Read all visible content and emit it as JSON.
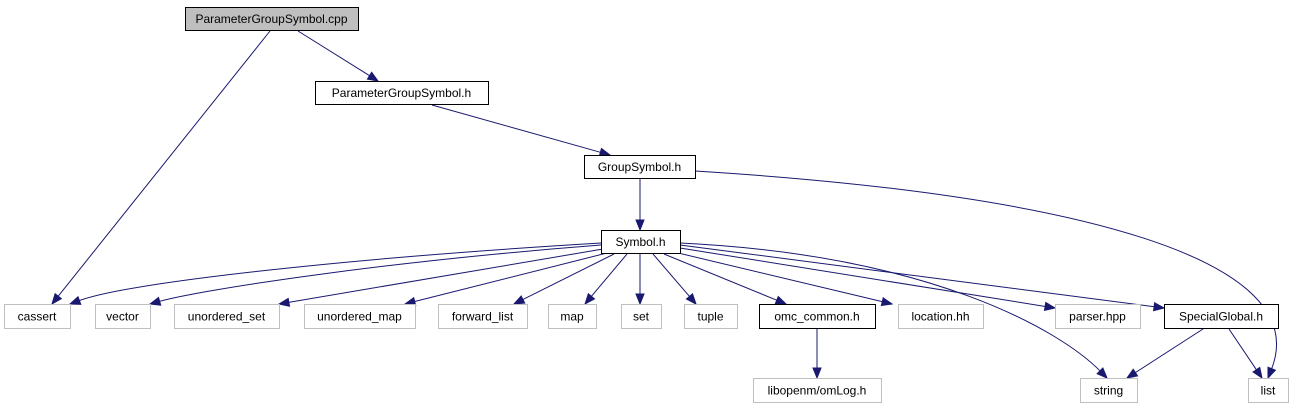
{
  "colors": {
    "edge": "#191970",
    "root_fill": "#bfbfbf",
    "node_fill": "#ffffff",
    "documented_border": "#000000",
    "external_border": "#bfbfbf"
  },
  "nodes": {
    "root": {
      "label": "ParameterGroupSymbol.cpp",
      "style": "root"
    },
    "pgs_h": {
      "label": "ParameterGroupSymbol.h",
      "style": "documented"
    },
    "group_h": {
      "label": "GroupSymbol.h",
      "style": "documented"
    },
    "symbol_h": {
      "label": "Symbol.h",
      "style": "documented"
    },
    "cassert": {
      "label": "cassert",
      "style": "external"
    },
    "vector": {
      "label": "vector",
      "style": "external"
    },
    "unordered_set": {
      "label": "unordered_set",
      "style": "external"
    },
    "unordered_map": {
      "label": "unordered_map",
      "style": "external"
    },
    "forward_list": {
      "label": "forward_list",
      "style": "external"
    },
    "map": {
      "label": "map",
      "style": "external"
    },
    "set": {
      "label": "set",
      "style": "external"
    },
    "tuple": {
      "label": "tuple",
      "style": "external"
    },
    "omc_common": {
      "label": "omc_common.h",
      "style": "documented"
    },
    "location": {
      "label": "location.hh",
      "style": "external"
    },
    "parser": {
      "label": "parser.hpp",
      "style": "external"
    },
    "special": {
      "label": "SpecialGlobal.h",
      "style": "documented"
    },
    "omlog": {
      "label": "libopenm/omLog.h",
      "style": "external"
    },
    "string": {
      "label": "string",
      "style": "external"
    },
    "list": {
      "label": "list",
      "style": "external"
    }
  },
  "edges": [
    [
      "root",
      "pgs_h"
    ],
    [
      "root",
      "cassert"
    ],
    [
      "pgs_h",
      "group_h"
    ],
    [
      "group_h",
      "symbol_h"
    ],
    [
      "group_h",
      "list"
    ],
    [
      "symbol_h",
      "cassert"
    ],
    [
      "symbol_h",
      "vector"
    ],
    [
      "symbol_h",
      "unordered_set"
    ],
    [
      "symbol_h",
      "unordered_map"
    ],
    [
      "symbol_h",
      "forward_list"
    ],
    [
      "symbol_h",
      "map"
    ],
    [
      "symbol_h",
      "set"
    ],
    [
      "symbol_h",
      "tuple"
    ],
    [
      "symbol_h",
      "omc_common"
    ],
    [
      "symbol_h",
      "location"
    ],
    [
      "symbol_h",
      "string"
    ],
    [
      "symbol_h",
      "parser"
    ],
    [
      "symbol_h",
      "special"
    ],
    [
      "omc_common",
      "omlog"
    ],
    [
      "special",
      "string"
    ],
    [
      "special",
      "list"
    ]
  ]
}
